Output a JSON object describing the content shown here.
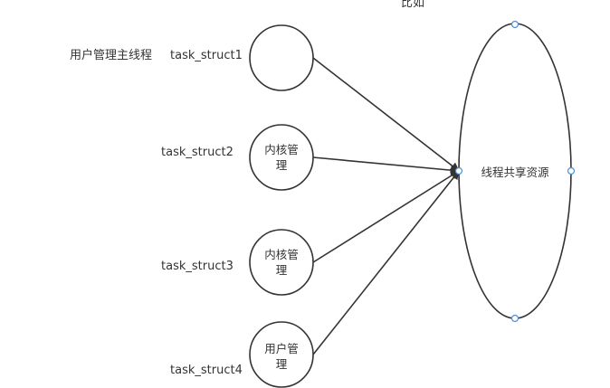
{
  "caption_top": "比如",
  "main_thread_label": "用户管理主线程",
  "tasks": [
    {
      "label": "task_struct1",
      "node_text": ""
    },
    {
      "label": "task_struct2",
      "node_text": "内核管\n理"
    },
    {
      "label": "task_struct3",
      "node_text": "内核管\n理"
    },
    {
      "label": "task_struct4",
      "node_text": "用户管\n理"
    }
  ],
  "shared_resource": "线程共享资源",
  "colors": {
    "stroke": "#333333",
    "handle": "#4a90d9",
    "text": "#333333"
  }
}
